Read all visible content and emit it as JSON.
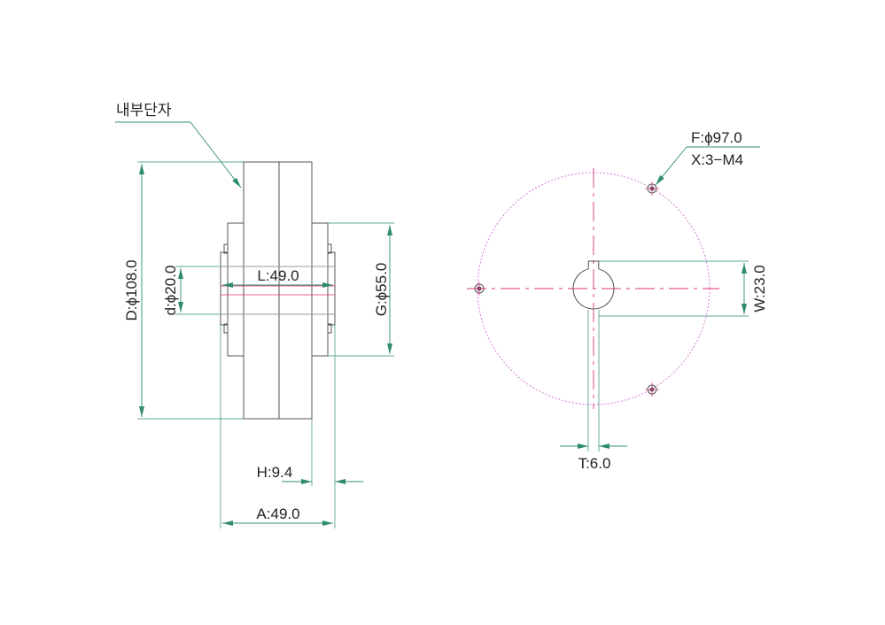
{
  "colors": {
    "outline": "#555555",
    "dimension": "#2e8b6e",
    "center_line": "#e0307a",
    "pitch_circle": "#d070d0",
    "text": "#222222"
  },
  "side_view": {
    "callout": "내부단자",
    "D": "D:ϕ108.0",
    "d": "d:ϕ20.0",
    "L": "L:49.0",
    "G": "G:ϕ55.0",
    "H": "H:9.4",
    "A": "A:49.0"
  },
  "front_view": {
    "F": "F:ϕ97.0",
    "X": "X:3−M4",
    "W": "W:23.0",
    "T": "T:6.0"
  }
}
